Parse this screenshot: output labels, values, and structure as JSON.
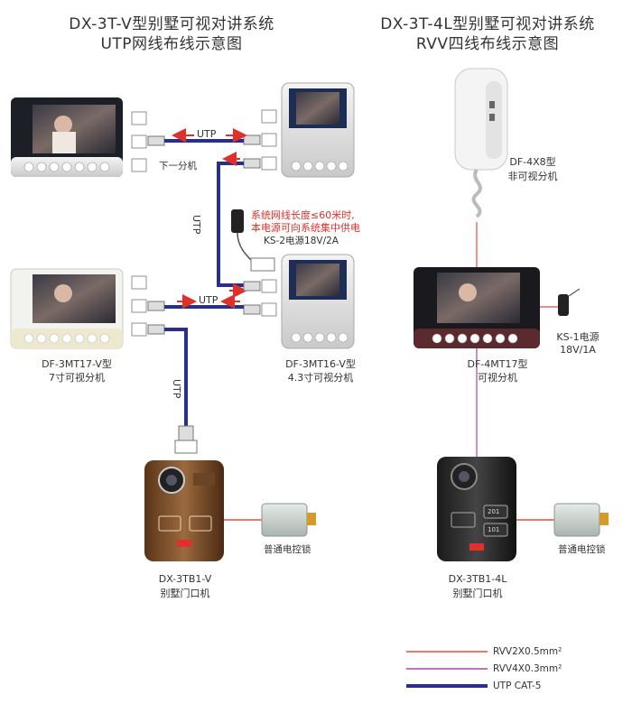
{
  "left_system": {
    "title_line1": "DX-3T-V型别墅可视对讲系统",
    "title_line2": "UTP网线布线示意图",
    "sub_unit_label": "下一分机",
    "utp_labels": [
      "UTP",
      "UTP",
      "UTP",
      "UTP"
    ],
    "power_note_line1": "系统网线长度≤60米时,",
    "power_note_line2": "本电源可向系统集中供电",
    "power_model": "KS-2电源18V/2A",
    "monitor_left_model": "DF-3MT17-V型",
    "monitor_left_desc": "7寸可视分机",
    "monitor_right_model": "DF-3MT16-V型",
    "monitor_right_desc": "4.3寸可视分机",
    "door_model": "DX-3TB1-V",
    "door_desc": "别墅门口机",
    "lock_label": "普通电控锁"
  },
  "right_system": {
    "title_line1": "DX-3T-4L型别墅可视对讲系统",
    "title_line2": "RVV四线布线示意图",
    "handset_model": "DF-4X8型",
    "handset_desc": "非可视分机",
    "power_model_line1": "KS-1电源",
    "power_model_line2": "18V/1A",
    "monitor_model": "DF-4MT17型",
    "monitor_desc": "可视分机",
    "door_model": "DX-3TB1-4L",
    "door_desc": "别墅门口机",
    "lock_label": "普通电控锁",
    "door_panel_text_1": "201",
    "door_panel_text_2": "101"
  },
  "legend": [
    {
      "label": "RVV2X0.5mm²",
      "color": "#e84b3c"
    },
    {
      "label": "RVV4X0.3mm²",
      "color": "#a64aa6"
    },
    {
      "label": "UTP CAT-5",
      "color": "#2a2f8c"
    }
  ],
  "colors": {
    "utp": "#2a2f8c",
    "rvv2": "#e84b3c",
    "rvv4": "#a64aa6",
    "arrow": "#e0302a"
  }
}
